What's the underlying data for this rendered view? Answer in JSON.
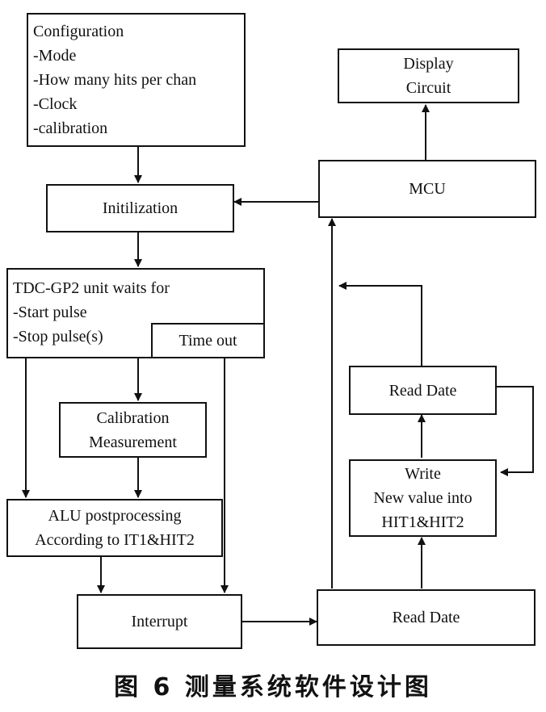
{
  "configuration": {
    "lines": [
      "Configuration",
      "-Mode",
      "-How many hits per chan",
      "-Clock",
      "-calibration"
    ]
  },
  "initialization": {
    "label": "Initilization"
  },
  "tdc_unit": {
    "lines": [
      "TDC-GP2 unit waits for",
      "-Start pulse",
      "-Stop pulse(s)"
    ],
    "timeout": "Time out"
  },
  "calibration": {
    "lines": [
      "Calibration",
      "Measurement"
    ]
  },
  "alu": {
    "lines": [
      "ALU postprocessing",
      "According to IT1&HIT2"
    ]
  },
  "interrupt": {
    "label": "Interrupt"
  },
  "display": {
    "lines": [
      "Display",
      "Circuit"
    ]
  },
  "mcu": {
    "label": "MCU"
  },
  "read_date_top": {
    "label": "Read Date"
  },
  "write_box": {
    "lines": [
      "Write",
      "New value into",
      "HIT1&HIT2"
    ]
  },
  "read_date_bottom": {
    "label": "Read Date"
  },
  "caption": "图 6   测量系统软件设计图"
}
